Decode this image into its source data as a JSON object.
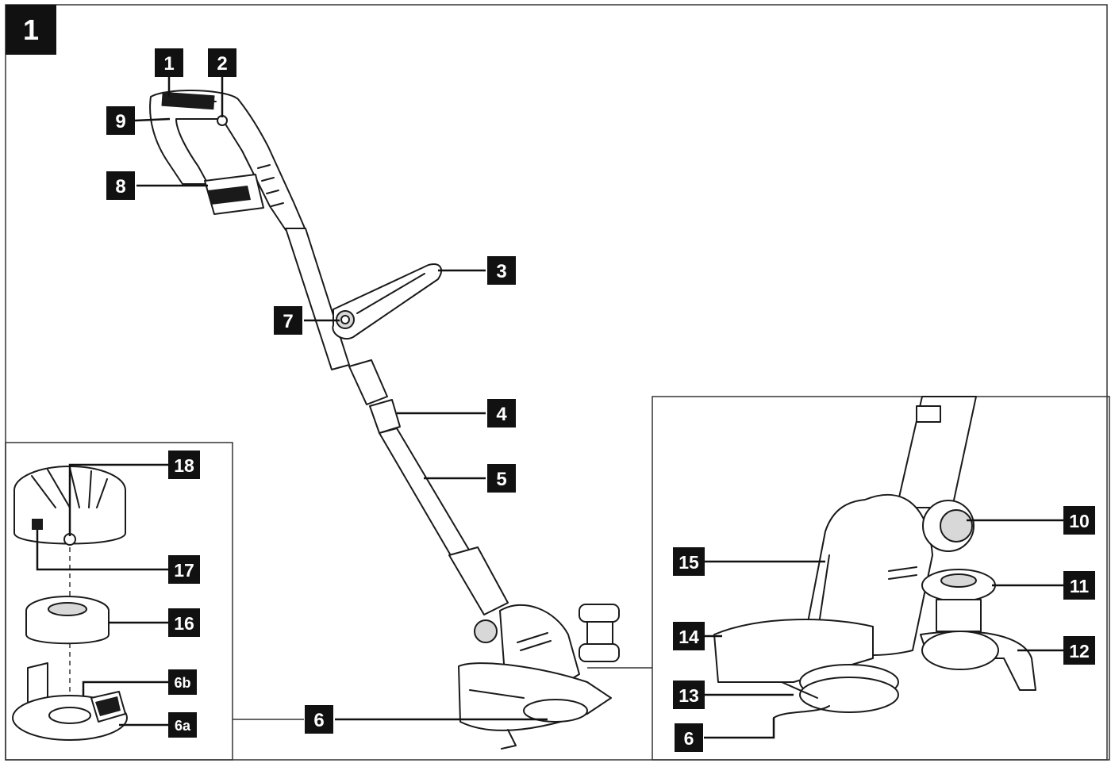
{
  "figure": {
    "number": "1"
  },
  "callouts": {
    "c1": "1",
    "c2": "2",
    "c3": "3",
    "c4": "4",
    "c5": "5",
    "c6": "6",
    "c7": "7",
    "c8": "8",
    "c9": "9",
    "c10": "10",
    "c11": "11",
    "c12": "12",
    "c13": "13",
    "c14": "14",
    "c15": "15",
    "c6b_detail": "6",
    "c16": "16",
    "c17": "17",
    "c18": "18",
    "c6a": "6a",
    "c6b": "6b"
  }
}
